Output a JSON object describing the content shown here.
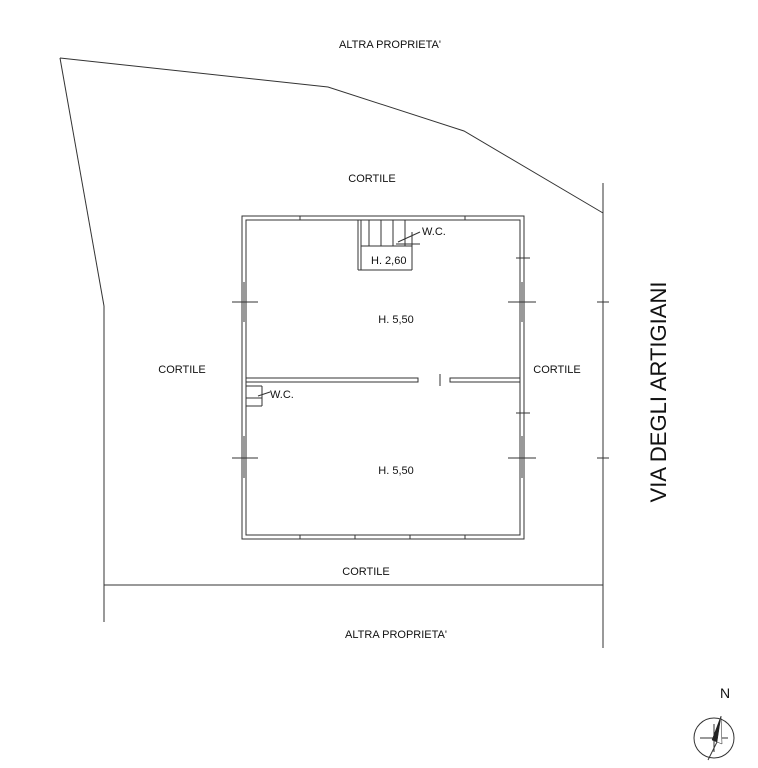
{
  "labels": {
    "top_property": "ALTRA PROPRIETA'",
    "bottom_property": "ALTRA PROPRIETA'",
    "courtyard_north": "CORTILE",
    "courtyard_west": "CORTILE",
    "courtyard_east": "CORTILE",
    "courtyard_south": "CORTILE",
    "street": "VIA DEGLI ARTIGIANI",
    "wc_upper": "W.C.",
    "wc_lower": "W.C.",
    "height_upper_room": "H. 5,50",
    "height_lower_room": "H. 5,50",
    "height_wc_block": "H. 2,60",
    "north": "N"
  },
  "icons": {
    "compass": "north-arrow-icon"
  }
}
